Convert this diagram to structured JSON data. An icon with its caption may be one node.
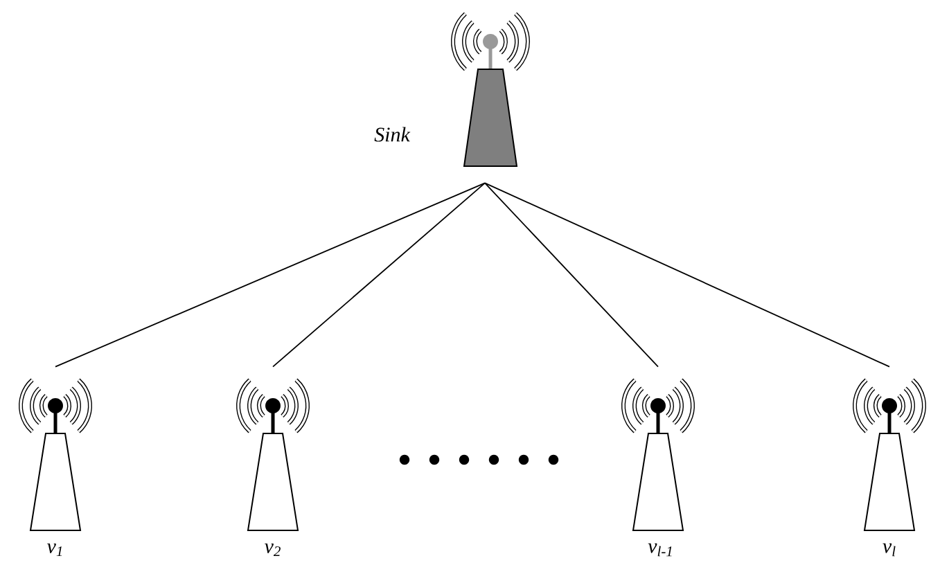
{
  "diagram": {
    "nodes": [
      {
        "text": [
          "Sink"
        ]
      },
      {
        "text": [
          "v$_{1}$"
        ]
      },
      {
        "text": [
          "v$_{2}$"
        ]
      },
      {
        "text": [
          "v$_{l-1}$"
        ]
      },
      {
        "text": [
          "v$_{l}$"
        ]
      }
    ],
    "edges": [
      {
        "from": 0,
        "to": 1,
        "arrow": "none"
      },
      {
        "from": 0,
        "to": 2,
        "arrow": "none"
      },
      {
        "from": 0,
        "to": 3,
        "arrow": "none"
      },
      {
        "from": 0,
        "to": 4,
        "arrow": "none"
      }
    ]
  }
}
